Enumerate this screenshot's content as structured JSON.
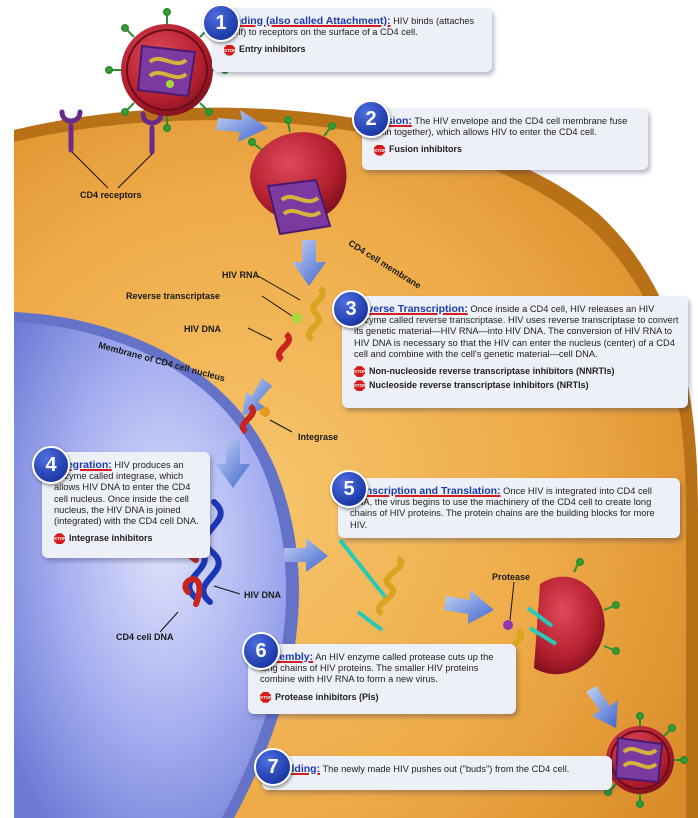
{
  "labels": {
    "cd4_receptors": "CD4 receptors",
    "cd4_cell_membrane": "CD4 cell membrane",
    "hiv_rna": "HIV RNA",
    "reverse_transcriptase": "Reverse transcriptase",
    "hiv_dna_1": "HIV DNA",
    "membrane_nucleus": "Membrane of CD4 cell nucleus",
    "integrase": "Integrase",
    "hiv_dna_2": "HIV DNA",
    "cd4_cell_dna": "CD4 cell DNA",
    "protease": "Protease"
  },
  "steps": [
    {
      "number": "1",
      "title": "Binding (also called Attachment):",
      "text": "HIV binds (attaches itself) to receptors on the surface of a CD4 cell.",
      "inhibitors": [
        "Entry inhibitors"
      ]
    },
    {
      "number": "2",
      "title": "Fusion:",
      "text": "The HIV envelope and the CD4 cell membrane fuse (join together), which allows HIV to enter the CD4 cell.",
      "inhibitors": [
        "Fusion inhibitors"
      ]
    },
    {
      "number": "3",
      "title": "Reverse Transcription:",
      "text": "Once inside a CD4 cell, HIV releases an HIV enzyme called reverse transcriptase. HIV uses reverse transcriptase to convert its genetic material—HIV RNA—into HIV DNA. The conversion of HIV RNA to HIV DNA is necessary so that the HIV can enter the nucleus (center) of a CD4 cell and combine with the cell's genetic material—cell DNA.",
      "inhibitors": [
        "Non-nucleoside reverse transcriptase inhibitors (NNRTIs)",
        "Nucleoside reverse transcriptase inhibitors (NRTIs)"
      ]
    },
    {
      "number": "4",
      "title": "Integration:",
      "text": "HIV produces an enzyme called integrase, which allows HIV DNA to enter the CD4 cell nucleus. Once inside the cell nucleus, the HIV DNA is joined (integrated) with the CD4 cell DNA.",
      "inhibitors": [
        "Integrase inhibitors"
      ]
    },
    {
      "number": "5",
      "title": "Transcription and Translation:",
      "text": "Once HIV is integrated into CD4 cell DNA, the virus begins to use the machinery of the CD4 cell to create long chains of HIV proteins. The protein chains are the building blocks for more HIV.",
      "inhibitors": []
    },
    {
      "number": "6",
      "title": "Assembly:",
      "text": "An HIV enzyme called protease cuts up the long chains of HIV proteins. The smaller HIV proteins combine with HIV RNA to form a new virus.",
      "inhibitors": [
        "Protease inhibitors (PIs)"
      ]
    },
    {
      "number": "7",
      "title": "Budding:",
      "text": "The newly made HIV pushes out (\"buds\") from the CD4 cell.",
      "inhibitors": []
    }
  ],
  "stop_sign_text": "STOP",
  "colors": {
    "cell": "#e8a33d",
    "membrane": "#b97117",
    "nucleus": "#8a97e6",
    "virus": "#b8202e",
    "accent": "#1a3bb0",
    "underline": "#d61e1e"
  }
}
